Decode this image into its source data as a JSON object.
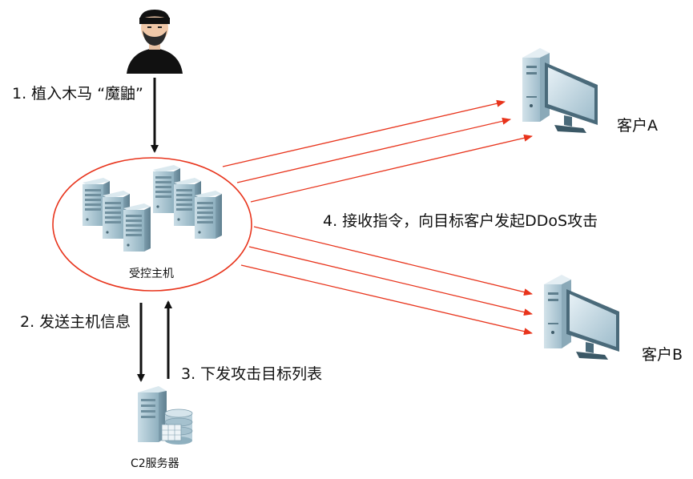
{
  "steps": {
    "step1": "1. 植入木马 “魔鼬”",
    "step2": "2. 发送主机信息",
    "step3": "3. 下发攻击目标列表",
    "step4": "4. 接收指令，向目标客户发起DDoS攻击"
  },
  "nodes": {
    "attacker": "",
    "botnet": "受控主机",
    "c2": "C2服务器",
    "client_a": "客户A",
    "client_b": "客户B"
  },
  "colors": {
    "attack_arrow": "#e8341c",
    "control_arrow": "#111111",
    "ellipse": "#e8341c"
  }
}
